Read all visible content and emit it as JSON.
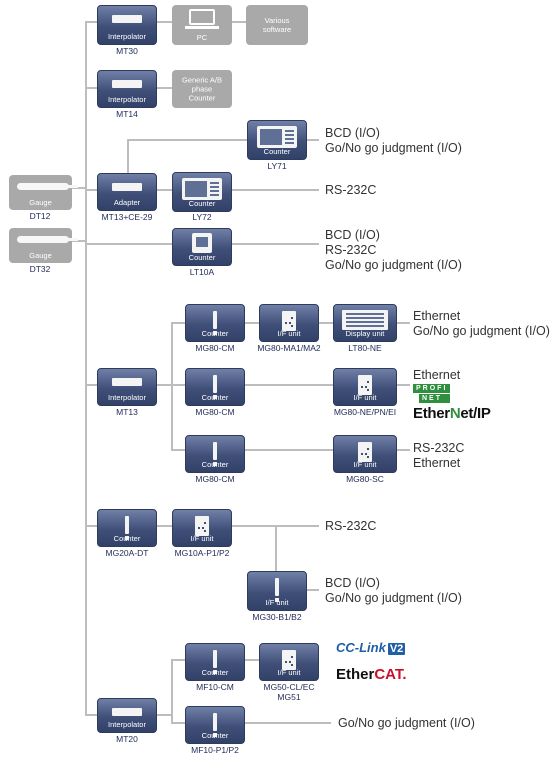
{
  "gauges": [
    {
      "label": "Gauge",
      "model": "DT12"
    },
    {
      "label": "Gauge",
      "model": "DT32"
    }
  ],
  "units": {
    "mt30": {
      "label": "Interpolator",
      "model": "MT30"
    },
    "pc": {
      "label": "PC"
    },
    "software": {
      "label": "Various software"
    },
    "mt14": {
      "label": "Interpolator",
      "model": "MT14"
    },
    "generic": {
      "label": "Generic A/B phase Counter"
    },
    "ly71": {
      "label": "Counter",
      "model": "LY71"
    },
    "mt13_adapter": {
      "label": "Adapter",
      "model": "MT13+CE-29"
    },
    "ly72": {
      "label": "Counter",
      "model": "LY72"
    },
    "lt10a": {
      "label": "Counter",
      "model": "LT10A"
    },
    "mt13": {
      "label": "Interpolator",
      "model": "MT13"
    },
    "mg80cm_1": {
      "label": "Counter",
      "model": "MG80-CM"
    },
    "mg80ma": {
      "label": "I/F unit",
      "model": "MG80-MA1/MA2"
    },
    "lt80ne": {
      "label": "Display unit",
      "model": "LT80-NE"
    },
    "mg80cm_2": {
      "label": "Counter",
      "model": "MG80-CM"
    },
    "mg80ne": {
      "label": "I/F unit",
      "model": "MG80-NE/PN/EI"
    },
    "mg80cm_3": {
      "label": "Counter",
      "model": "MG80-CM"
    },
    "mg80sc": {
      "label": "I/F unit",
      "model": "MG80-SC"
    },
    "mg20a": {
      "label": "Counter",
      "model": "MG20A-DT"
    },
    "mg10a": {
      "label": "I/F unit",
      "model": "MG10A-P1/P2"
    },
    "mg30": {
      "label": "I/F unit",
      "model": "MG30-B1/B2"
    },
    "mt20": {
      "label": "Interpolator",
      "model": "MT20"
    },
    "mf10cm": {
      "label": "Counter",
      "model": "MF10-CM"
    },
    "mg50": {
      "label": "I/F unit",
      "model": "MG50-CL/EC",
      "model2": "MG51"
    },
    "mf10p": {
      "label": "Counter",
      "model": "MF10-P1/P2"
    }
  },
  "outputs": {
    "ly71": [
      "BCD (I/O)",
      "Go/No go judgment (I/O)"
    ],
    "ly72": [
      "RS-232C"
    ],
    "lt10a": [
      "BCD (I/O)",
      "RS-232C",
      "Go/No go judgment (I/O)"
    ],
    "lt80ne": [
      "Ethernet",
      "Go/No go judgment (I/O)"
    ],
    "mg80ne": [
      "Ethernet"
    ],
    "mg80sc": [
      "RS-232C",
      "Ethernet"
    ],
    "mg10a": [
      "RS-232C"
    ],
    "mg30": [
      "BCD (I/O)",
      "Go/No go judgment (I/O)"
    ],
    "mf10p": [
      "Go/No go judgment (I/O)"
    ]
  },
  "logos": {
    "profinet_top": "PROFI",
    "profinet_bottom": "NET",
    "ethernet_ip_a": "Ether",
    "ethernet_ip_b": "N",
    "ethernet_ip_c": "et/IP",
    "cclink": "CC-Link",
    "cclink_v2": "V2",
    "ethercat_a": "Ether",
    "ethercat_b": "CAT."
  },
  "colors": {
    "block_blue": "#3f4f78",
    "block_gray": "#a9a9a9",
    "line": "#bdbdbd",
    "caption": "#1e2a55"
  }
}
